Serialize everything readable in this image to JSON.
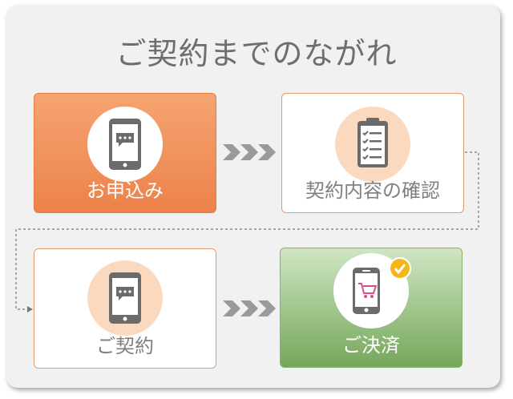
{
  "title": "ご契約までのながれ",
  "steps": [
    {
      "label": "お申込み",
      "icon": "tablet-chat-icon"
    },
    {
      "label": "契約内容の確認",
      "icon": "clipboard-checklist-icon"
    },
    {
      "label": "ご契約",
      "icon": "tablet-chat-icon"
    },
    {
      "label": "ご決済",
      "icon": "phone-cart-check-icon"
    }
  ],
  "colors": {
    "orange": "#ee8a50",
    "outline": "#e39a6a",
    "green": "#7fae63",
    "icon_gray": "#6b6b6b",
    "check_yellow": "#f3b71a"
  }
}
